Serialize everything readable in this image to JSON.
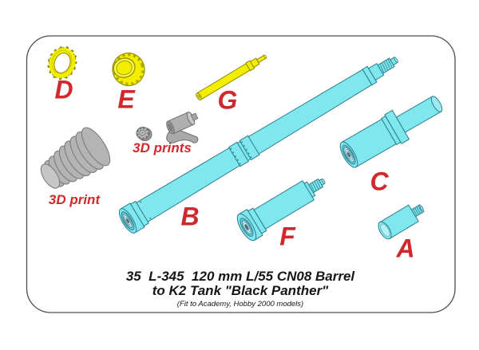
{
  "sheet": {
    "caption": {
      "line1": "35  L-345  120 mm L/55 CN08 Barrel",
      "line2": "to K2 Tank \"Black Panther\"",
      "line3": "(Fit to Academy, Hobby 2000 models)"
    },
    "part_labels": {
      "A": "A",
      "B": "B",
      "C": "C",
      "D": "D",
      "E": "E",
      "F": "F",
      "G": "G"
    },
    "print_labels": {
      "single": "3D print",
      "multiple": "3D prints"
    },
    "colors": {
      "resin_cyan": "#7fe7ee",
      "resin_cyan_outline": "#2e7d8d",
      "resin_yellow": "#f3ee00",
      "resin_yellow_outline": "#8f8900",
      "print_gray": "#b4b4b4",
      "label_red": "#d0282c",
      "caption_black": "#161616",
      "border_gray": "#4d4d4d"
    }
  }
}
